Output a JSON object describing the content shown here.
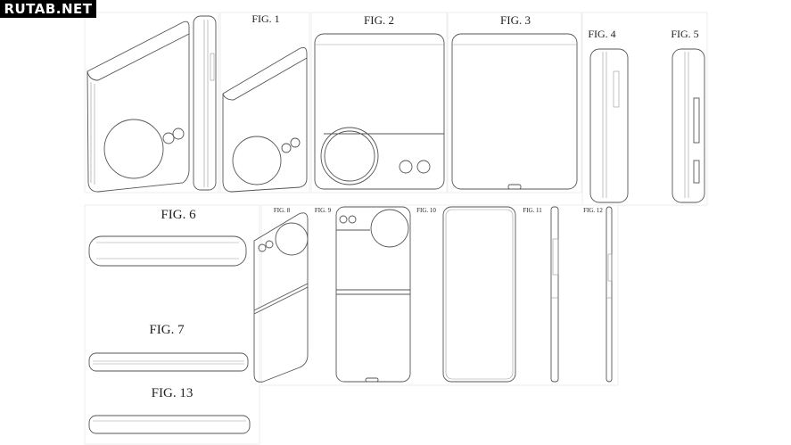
{
  "watermark": "RUTAB.NET",
  "figures": {
    "fig1": "FIG. 1",
    "fig2": "FIG. 2",
    "fig3": "FIG. 3",
    "fig4": "FIG. 4",
    "fig5": "FIG. 5",
    "fig6": "FIG. 6",
    "fig7": "FIG. 7",
    "fig8": "FIG. 8",
    "fig9": "FIG. 9",
    "fig10": "FIG. 10",
    "fig11": "FIG. 11",
    "fig12": "FIG. 12",
    "fig13": "FIG. 13"
  }
}
